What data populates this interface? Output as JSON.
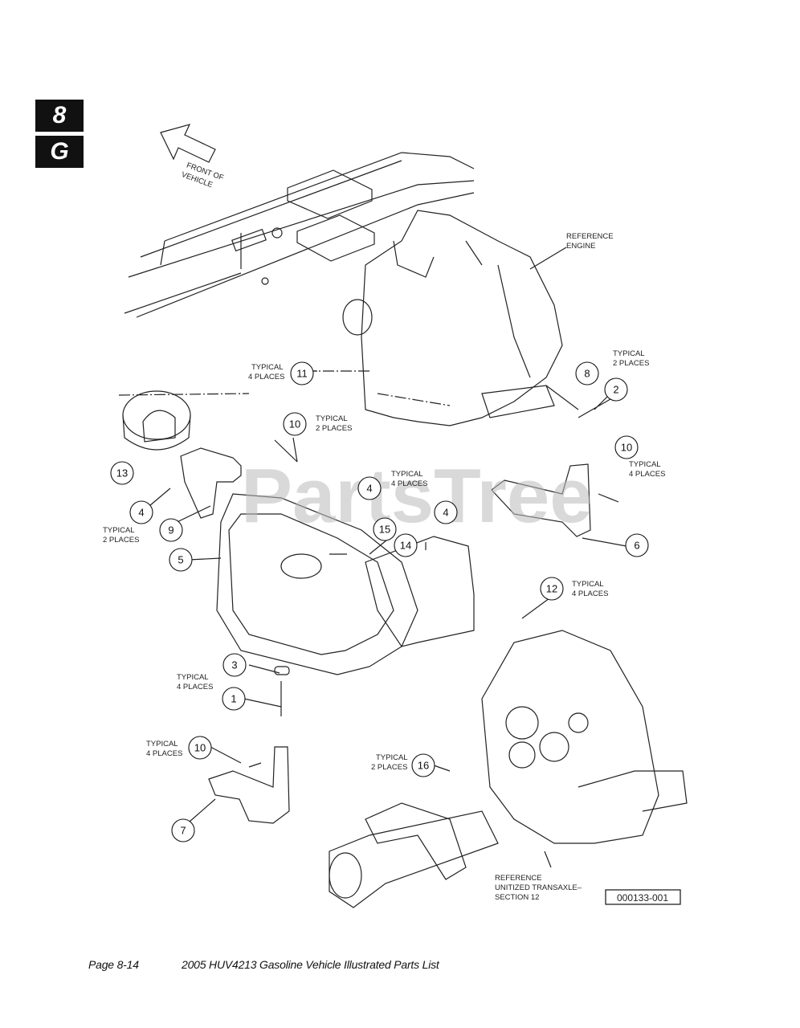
{
  "tabs": {
    "section_number": "8",
    "section_letter": "G"
  },
  "front_label": [
    "FRONT OF",
    "VEHICLE"
  ],
  "notes": {
    "reference_engine": [
      "REFERENCE",
      "ENGINE"
    ],
    "reference_transaxle": [
      "REFERENCE",
      "UNITIZED TRANSAXLE–",
      "SECTION 12"
    ],
    "typical_4": [
      "TYPICAL",
      "4 PLACES"
    ],
    "typical_2": [
      "TYPICAL",
      "2 PLACES"
    ]
  },
  "callouts": [
    "1",
    "2",
    "3",
    "4",
    "5",
    "6",
    "7",
    "8",
    "9",
    "10",
    "11",
    "12",
    "13",
    "14",
    "15",
    "16"
  ],
  "figure_id": "000133-001",
  "watermark": "PartsTree",
  "footer": {
    "page": "Page 8-14",
    "title": "2005 HUV4213 Gasoline Vehicle Illustrated Parts List"
  }
}
